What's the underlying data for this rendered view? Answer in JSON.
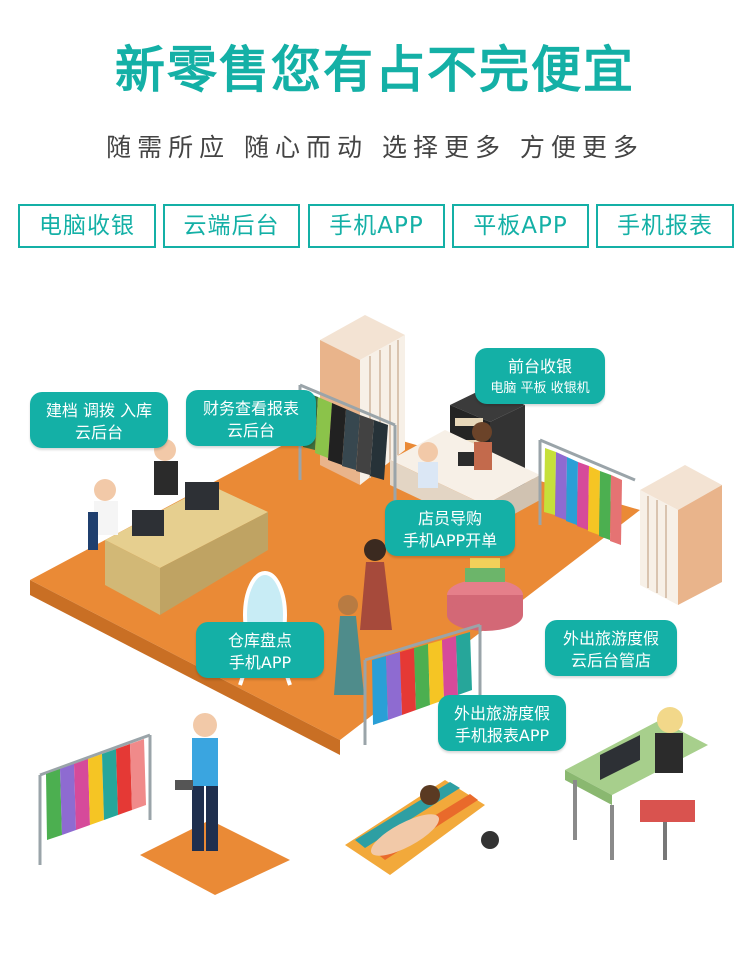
{
  "headline": "新零售您有占不完便宜",
  "subheadline": "随需所应 随心而动  选择更多 方便更多",
  "features": [
    "电脑收银",
    "云端后台",
    "手机APP",
    "平板APP",
    "手机报表"
  ],
  "callouts": {
    "archive": {
      "line1": "建档 调拨 入库",
      "line2": "云后台"
    },
    "finance": {
      "line1": "财务查看报表",
      "line2": "云后台"
    },
    "front_desk": {
      "line1": "前台收银",
      "line2": "电脑 平板 收银机"
    },
    "clerk": {
      "line1": "店员导购",
      "line2": "手机APP开单"
    },
    "warehouse": {
      "line1": "仓库盘点",
      "line2": "手机APP"
    },
    "travel_store": {
      "line1": "外出旅游度假",
      "line2": "云后台管店"
    },
    "travel_report": {
      "line1": "外出旅游度假",
      "line2": "手机报表APP"
    }
  },
  "colors": {
    "accent": "#14b0a6",
    "floor": "#ea8a36",
    "desk": "#e6cf8f",
    "desk_green": "#a7cf8c"
  }
}
